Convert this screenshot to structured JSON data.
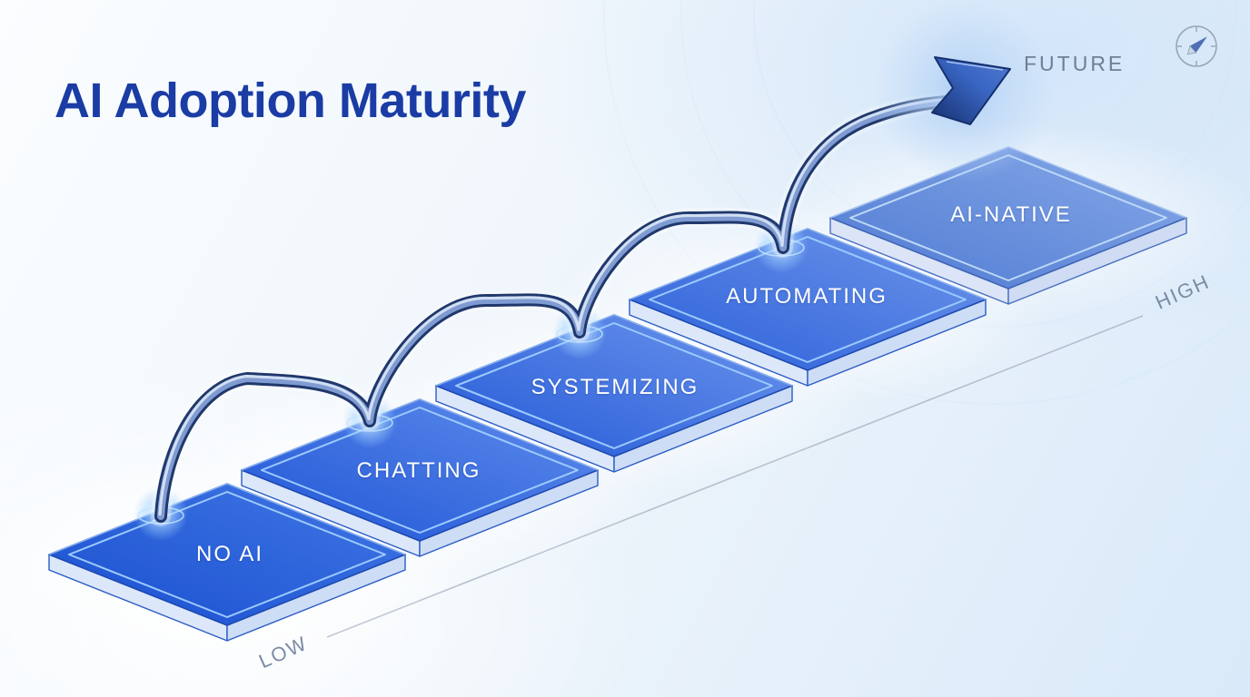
{
  "header": {
    "title": "AI Adoption Maturity"
  },
  "future_label": "FUTURE",
  "axis": {
    "low": "LOW",
    "high": "HIGH"
  },
  "stages": [
    {
      "label": "NO AI"
    },
    {
      "label": "CHATTING"
    },
    {
      "label": "SYSTEMIZING"
    },
    {
      "label": "AUTOMATING"
    },
    {
      "label": "AI-NATIVE"
    }
  ],
  "icons": {
    "compass": "compass-icon"
  },
  "colors": {
    "title_text": "#1a3ca4",
    "platform_blue": "#2158d6",
    "platform_muted_blue": "#5b85d8",
    "platform_edge_light": "#9ccafe",
    "arrow_navy": "#20386b",
    "arrow_highlight": "#d9e5f6",
    "stage_label_text": "#ffffff",
    "axis_text": "#7b8ba3",
    "future_text": "#6e7f95",
    "background_tint": "#dce9f8"
  }
}
